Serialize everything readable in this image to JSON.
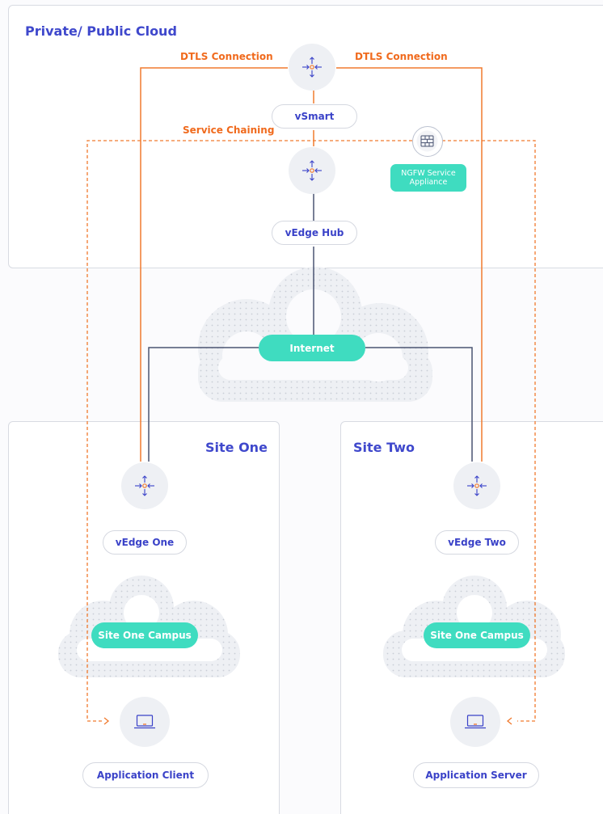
{
  "panels": {
    "cloud": {
      "title": "Private/ Public Cloud"
    },
    "site_one": {
      "title": "Site One"
    },
    "site_two": {
      "title": "Site Two"
    }
  },
  "connections": {
    "dtls_left": "DTLS Connection",
    "dtls_right": "DTLS Connection",
    "service_chaining": "Service Chaining"
  },
  "nodes": {
    "vsmart": "vSmart",
    "vedge_hub": "vEdge Hub",
    "internet": "Internet",
    "ngfw_line1": "NGFW Service",
    "ngfw_line2": "Appliance",
    "vedge_one": "vEdge One",
    "vedge_two": "vEdge Two",
    "campus_one": "Site One Campus",
    "campus_two": "Site One Campus",
    "app_client": "Application Client",
    "app_server": "Application Server"
  },
  "icons": {
    "router": "router-arrows-icon",
    "firewall": "firewall-icon",
    "laptop": "laptop-icon",
    "cloud": "cloud-icon"
  },
  "colors": {
    "dtls_line": "#f07a2e",
    "network_line": "#4a5472",
    "teal": "#3fdcc0",
    "title_blue": "#3f48cc"
  }
}
